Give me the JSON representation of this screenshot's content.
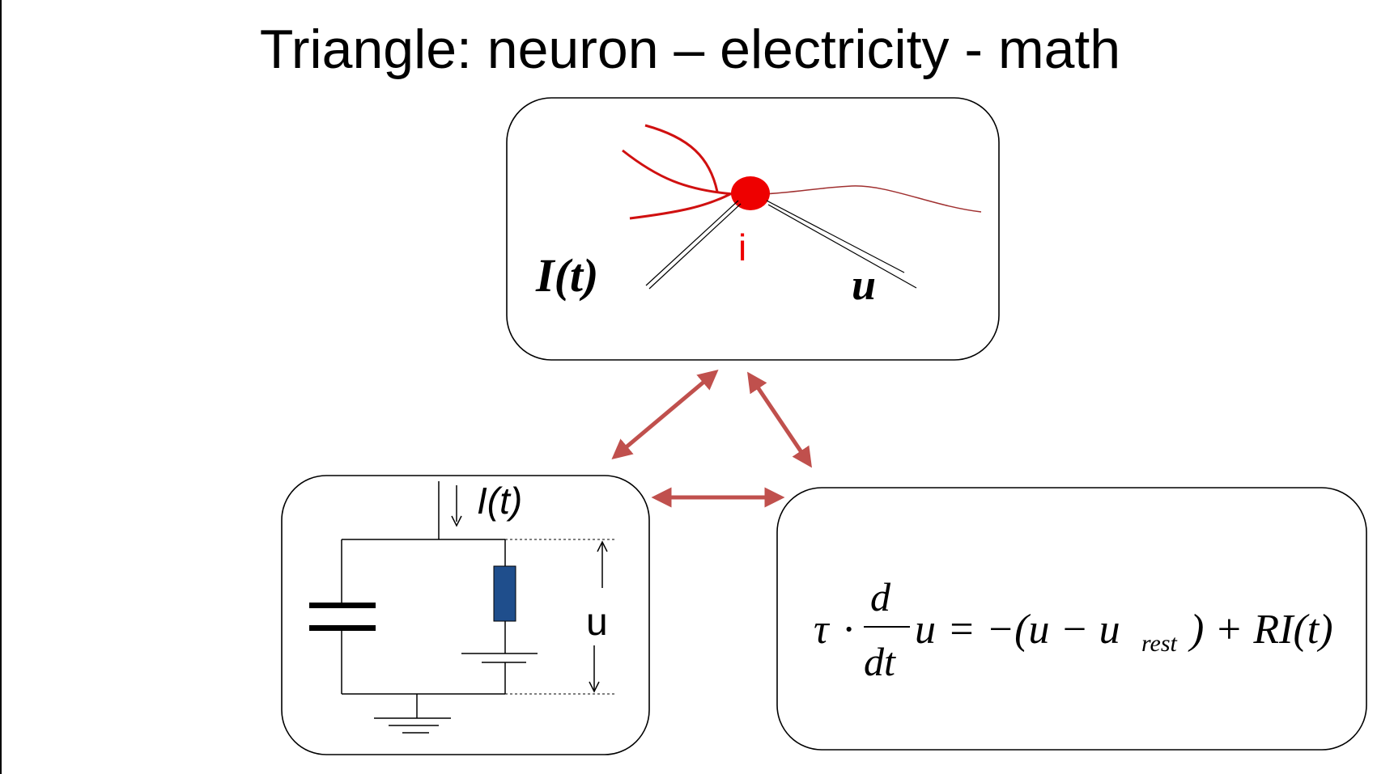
{
  "slide": {
    "title": "Triangle: neuron – electricity - math"
  },
  "neuron": {
    "input_label": "I(t)",
    "neuron_index": "i",
    "output_label": "u",
    "soma_color": "#ee0000",
    "dendrite_color": "#d01010",
    "axon_color": "#a03030"
  },
  "circuit": {
    "current_label": "I(t)",
    "voltage_label": "u",
    "resistor_color": "#1f4e8c"
  },
  "equation": {
    "tau": "τ",
    "dot": "·",
    "numerator": "d",
    "denominator": "dt",
    "u": "u",
    "rhs_open": "= −(u − u",
    "rest_sub": "rest",
    "rhs_close": ") + RI(t)"
  },
  "arrows": {
    "color": "#c0504d"
  }
}
